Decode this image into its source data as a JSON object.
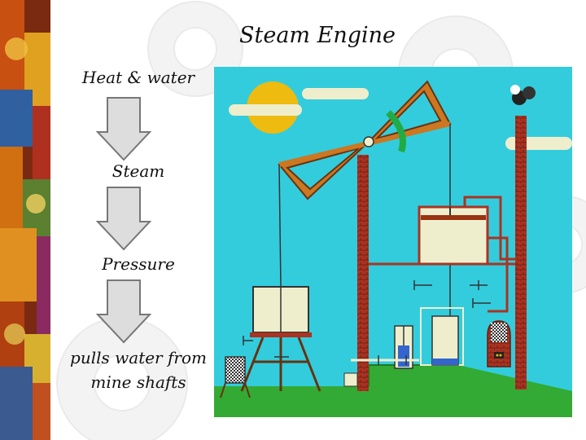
{
  "slide": {
    "title": "Steam Engine",
    "steps": [
      {
        "label": "Heat & water"
      },
      {
        "label": "Steam"
      },
      {
        "label": "Pressure"
      },
      {
        "label": "pulls water from mine shafts"
      }
    ]
  },
  "colors": {
    "sky": "#33ccdd",
    "ground": "#33aa33",
    "brick": "#aa3322",
    "beam": "#cc7722",
    "cylinder": "#eeeecc",
    "sun": "#eebb11",
    "arrow_fill": "#dddddd"
  }
}
